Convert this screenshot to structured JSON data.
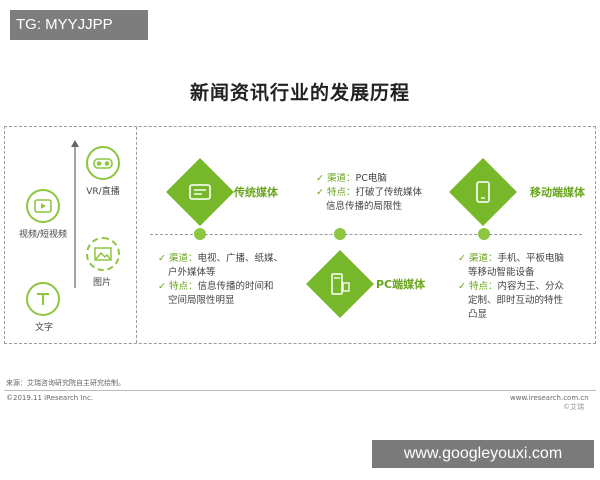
{
  "tag": "TG: MYYJJPP",
  "title": "新闻资讯行业的发展历程",
  "left_media": {
    "vr": "VR/直播",
    "video": "视频/短视频",
    "image": "图片",
    "text": "文字"
  },
  "stages": [
    {
      "name": "传统媒体",
      "channel_label": "渠道：",
      "channel": "电视、广播、纸媒、",
      "channel2": "户外媒体等",
      "feature_label": "特点：",
      "feature": "信息传播的时间和",
      "feature2": "空间局限性明显",
      "icon": "newspaper-icon"
    },
    {
      "name": "PC端媒体",
      "channel_label": "渠道：",
      "channel": "PC电脑",
      "feature_label": "特点：",
      "feature": "打破了传统媒体",
      "feature2": "信息传播的局限性",
      "icon": "desktop-pc-icon"
    },
    {
      "name": "移动端媒体",
      "channel_label": "渠道：",
      "channel": "手机、平板电脑",
      "channel2": "等移动智能设备",
      "feature_label": "特点：",
      "feature": "内容为王、分众",
      "feature2": "定制、即时互动的特性",
      "feature3": "凸显",
      "icon": "mobile-phone-icon"
    }
  ],
  "source": "来源：艾瑞咨询研究院自主研究绘制。",
  "copyright": "©2019.11 iResearch Inc.",
  "site": "www.iresearch.com.cn",
  "corner_mark": "©艾瑞",
  "watermark": "www.googleyouxi.com",
  "colors": {
    "accent": "#76b82a",
    "accent_light": "#8dc63f",
    "text_green": "#6aa51e"
  }
}
